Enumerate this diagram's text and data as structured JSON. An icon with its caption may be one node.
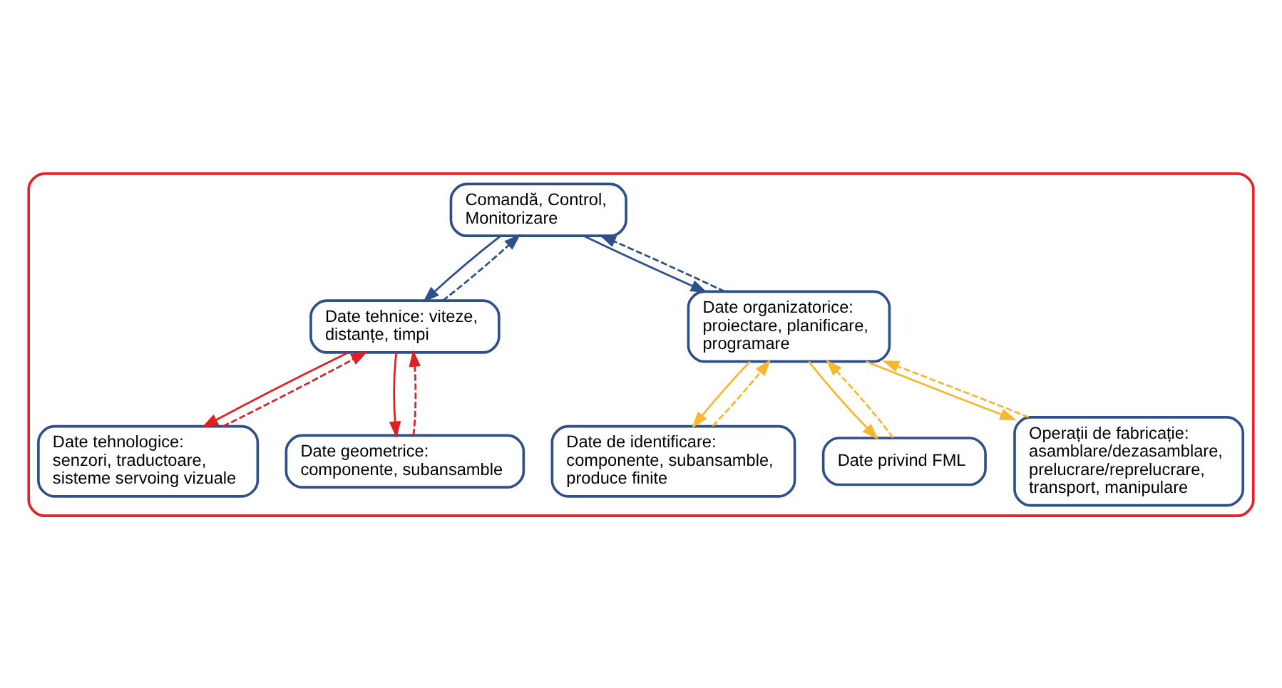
{
  "diagram": {
    "nodes": [
      {
        "text": [],
        "shape": "box"
      },
      {
        "text": [
          "Comandă, Control, Monitorizare"
        ],
        "in": 0
      },
      {
        "text": [
          "Date tehnice: viteze, distanțe, timpi"
        ],
        "in": 0
      },
      {
        "text": [
          "Date organizatorice: proiectare, planificare, programare"
        ],
        "in": 0
      },
      {
        "text": [
          "Date tehnologice: senzori, traductoare, sisteme servoing vizuale"
        ],
        "in": 0
      },
      {
        "text": [
          "Date geometrice: componente, subansamble"
        ],
        "in": 0
      },
      {
        "text": [
          "Date de identificare: componente, subansamble, produce finite"
        ],
        "in": 0
      },
      {
        "text": [
          "Date privind FML"
        ],
        "in": 0
      },
      {
        "text": [
          "Operații de fabricație: asamblare/dezasamblare, prelucrare/reprelucrare, transport, manipulare"
        ],
        "in": 0
      }
    ],
    "edges": [
      {
        "from": 1,
        "to": 2,
        "arrow": "to",
        "color": "#2e4f8a"
      },
      {
        "from": 2,
        "to": 1,
        "arrow": "to",
        "style": "dashed",
        "color": "#2e4f8a"
      },
      {
        "from": 3,
        "to": 1,
        "arrow": "to",
        "style": "dashed",
        "color": "#2e4f8a"
      },
      {
        "from": 1,
        "to": 3,
        "arrow": "to",
        "color": "#2e4f8a"
      },
      {
        "from": 2,
        "to": 4,
        "arrow": "to",
        "color": "#e02020"
      },
      {
        "from": 4,
        "to": 2,
        "arrow": "to",
        "style": "dashed",
        "color": "#e02020"
      },
      {
        "from": 2,
        "to": 5,
        "arrow": "to",
        "color": "#e02020"
      },
      {
        "from": 5,
        "to": 2,
        "arrow": "to",
        "style": "dashed",
        "color": "#e02020"
      },
      {
        "from": 3,
        "to": 6,
        "arrow": "to",
        "color": "#f5b82e"
      },
      {
        "from": 6,
        "to": 3,
        "arrow": "to",
        "style": "dashed",
        "color": "#f5b82e"
      },
      {
        "from": 3,
        "to": 7,
        "arrow": "to",
        "color": "#f5b82e"
      },
      {
        "from": 7,
        "to": 3,
        "arrow": "to",
        "style": "dashed",
        "color": "#f5b82e"
      },
      {
        "from": 3,
        "to": 8,
        "arrow": "to",
        "color": "#f5b82e"
      },
      {
        "from": 8,
        "to": 3,
        "arrow": "to",
        "style": "dashed",
        "color": "#f5b82e"
      }
    ]
  }
}
